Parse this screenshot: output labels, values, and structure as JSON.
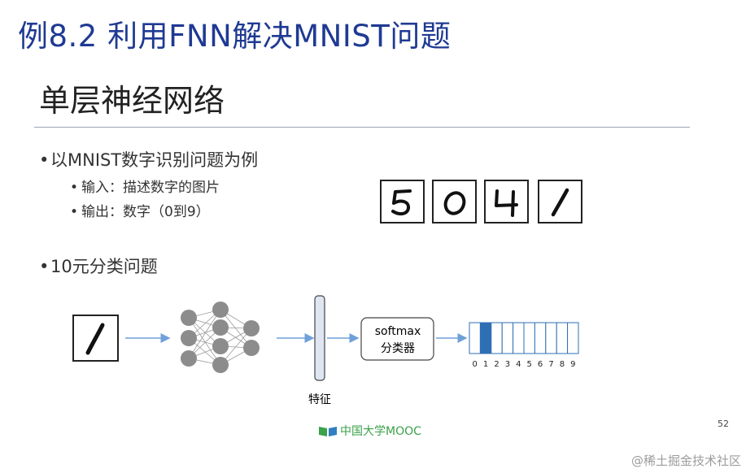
{
  "slide": {
    "title": "例8.2 利用FNN解决MNIST问题",
    "subtitle": "单层神经网络",
    "bullets": [
      {
        "text": "以MNIST数字识别问题为例",
        "sub": [
          "输入：描述数字的图片",
          "输出：数字（0到9）"
        ]
      },
      {
        "text": "10元分类问题"
      }
    ],
    "sample_digits": [
      "5",
      "0",
      "4",
      "1"
    ],
    "diagram": {
      "input_digit": "1",
      "feature_label": "特征",
      "classifier_label_line1": "softmax",
      "classifier_label_line2": "分类器",
      "output_indices": [
        "0",
        "1",
        "2",
        "3",
        "4",
        "5",
        "6",
        "7",
        "8",
        "9"
      ],
      "highlight_index": 1
    },
    "page_number": "52",
    "footer_logo_text": "中国大学MOOC",
    "watermark": "@稀土掘金技术社区"
  },
  "colors": {
    "title": "#1f3a93",
    "highlight": "#2e6fb3",
    "arrow": "#6fa0d8",
    "node": "#8c8c8c",
    "mooc": "#3aa24a"
  }
}
